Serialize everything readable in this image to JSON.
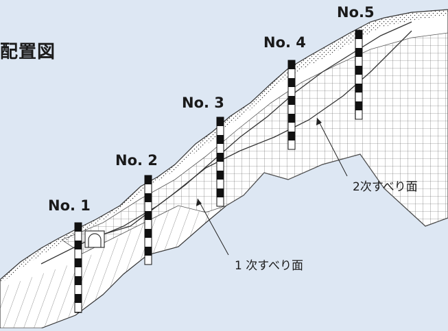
{
  "title": "配置図",
  "boreholes": [
    {
      "id": "no1",
      "label": "No. 1"
    },
    {
      "id": "no2",
      "label": "No. 2"
    },
    {
      "id": "no3",
      "label": "No. 3"
    },
    {
      "id": "no4",
      "label": "No. 4"
    },
    {
      "id": "no5",
      "label": "No.5"
    }
  ],
  "slip_surfaces": {
    "primary": "1 次すべり面",
    "secondary": "2次すべり面"
  },
  "colors": {
    "background": "#dde7f3",
    "ground": "#ffffff",
    "line": "#333333",
    "casing": "#111111"
  }
}
